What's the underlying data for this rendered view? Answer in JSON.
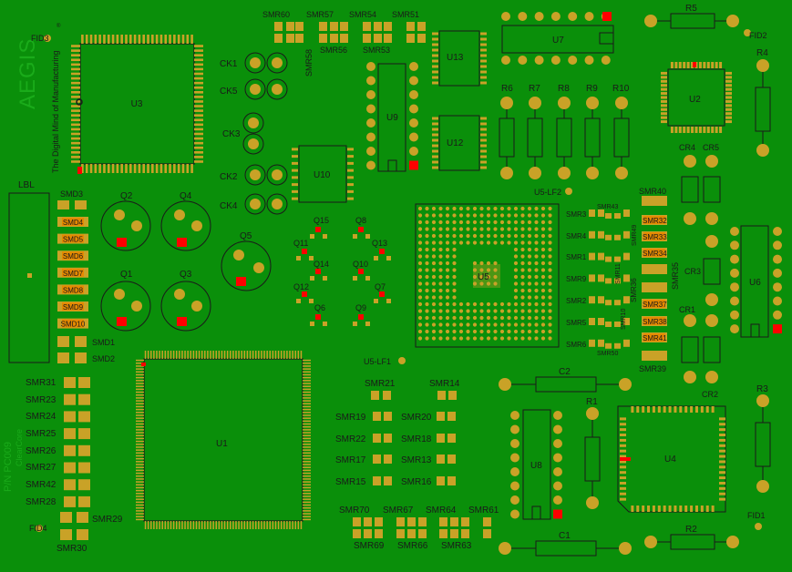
{
  "board": {
    "bg": "#0a8f0a",
    "pad": "#c9a227",
    "pin1": "#ff0000",
    "ink": "#1a1a1a"
  },
  "brand": {
    "logo": "AEGIS",
    "tagline": "The Digital Mind of Manufacturing",
    "tm": "®",
    "part_number": "P/N PC009",
    "vendor_mark": "ClearCore"
  },
  "labels": {
    "FID3": "FID3",
    "FID2": "FID2",
    "FID1": "FID1",
    "FID4": "FID4",
    "U1": "U1",
    "U2": "U2",
    "U3": "U3",
    "U4": "U4",
    "U5": "U5",
    "U6": "U6",
    "U7": "U7",
    "U8": "U8",
    "U9": "U9",
    "U10": "U10",
    "U12": "U12",
    "U13": "U13",
    "U5_LF1": "U5-LF1",
    "U5_LF2": "U5-LF2",
    "LBL": "LBL",
    "CK1": "CK1",
    "CK3": "CK3",
    "CK4": "CK4",
    "CK5": "CK5",
    "CK2": "CK2",
    "Q1": "Q1",
    "Q2": "Q2",
    "Q3": "Q3",
    "Q4": "Q4",
    "Q5": "Q5",
    "Q6": "Q6",
    "Q7": "Q7",
    "Q8": "Q8",
    "Q9": "Q9",
    "Q10": "Q10",
    "Q11": "Q11",
    "Q12": "Q12",
    "Q13": "Q13",
    "Q14": "Q14",
    "Q15": "Q15",
    "R1": "R1",
    "R2": "R2",
    "R3": "R3",
    "R4": "R4",
    "R5": "R5",
    "R6": "R6",
    "R7": "R7",
    "R8": "R8",
    "R9": "R9",
    "R10": "R10",
    "C1": "C1",
    "C2": "C2",
    "CR1": "CR1",
    "CR2": "CR2",
    "CR3": "CR3",
    "CR4": "CR4",
    "CR5": "CR5",
    "SMD1": "SMD1",
    "SMD2": "SMD2",
    "SMD3": "SMD3",
    "SMD4": "SMD4",
    "SMD5": "SMD5",
    "SMD6": "SMD6",
    "SMD7": "SMD7",
    "SMD8": "SMD8",
    "SMD9": "SMD9",
    "SMD10": "SMD10",
    "SMR1": "SMR1",
    "SMR2": "SMR2",
    "SMR3": "SMR3",
    "SMR4": "SMR4",
    "SMR5": "SMR5",
    "SMR6": "SMR6",
    "SMR9": "SMR9",
    "SMR10": "SMR10",
    "SMR11": "SMR11",
    "SMR13": "SMR13",
    "SMR14": "SMR14",
    "SMR15": "SMR15",
    "SMR16": "SMR16",
    "SMR17": "SMR17",
    "SMR18": "SMR18",
    "SMR19": "SMR19",
    "SMR20": "SMR20",
    "SMR21": "SMR21",
    "SMR22": "SMR22",
    "SMR23": "SMR23",
    "SMR24": "SMR24",
    "SMR25": "SMR25",
    "SMR26": "SMR26",
    "SMR27": "SMR27",
    "SMR28": "SMR28",
    "SMR29": "SMR29",
    "SMR30": "SMR30",
    "SMR31": "SMR31",
    "SMR32": "SMR32",
    "SMR33": "SMR33",
    "SMR34": "SMR34",
    "SMR35": "SMR35",
    "SMR36": "SMR36",
    "SMR37": "SMR37",
    "SMR38": "SMR38",
    "SMR39": "SMR39",
    "SMR40": "SMR40",
    "SMR41": "SMR41",
    "SMR42": "SMR42",
    "SMR43": "SMR43",
    "SMR49": "SMR49",
    "SMR50": "SMR50",
    "SMR51": "SMR51",
    "SMR53": "SMR53",
    "SMR54": "SMR54",
    "SMR56": "SMR56",
    "SMR57": "SMR57",
    "SMR58": "SMR58",
    "SMR60": "SMR60",
    "SMR61": "SMR61",
    "SMR63": "SMR63",
    "SMR64": "SMR64",
    "SMR66": "SMR66",
    "SMR67": "SMR67",
    "SMR69": "SMR69",
    "SMR70": "SMR70"
  }
}
